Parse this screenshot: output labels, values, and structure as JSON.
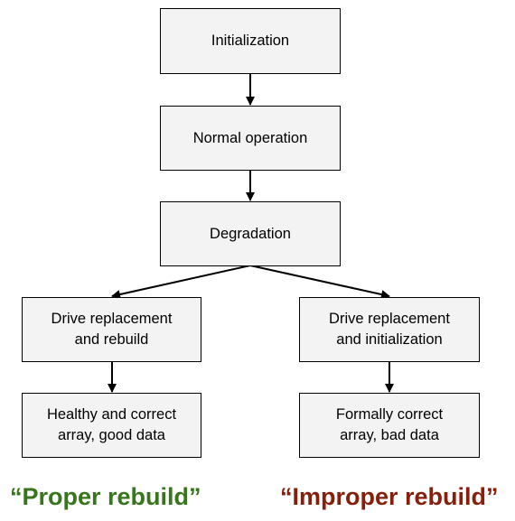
{
  "colors": {
    "box_fill": "#f3f3f3",
    "box_border": "#000000",
    "arrow": "#000000",
    "proper_caption": "#38761d",
    "improper_caption": "#85200c"
  },
  "nodes": {
    "initialization": "Initialization",
    "normal_operation": "Normal operation",
    "degradation": "Degradation",
    "drive_replacement_rebuild": "Drive replacement\nand rebuild",
    "drive_replacement_init": "Drive replacement\nand initialization",
    "healthy_array": "Healthy and correct\narray, good data",
    "formally_correct_array": "Formally correct\narray, bad data"
  },
  "captions": {
    "proper": "“Proper rebuild”",
    "improper": "“Improper rebuild”"
  }
}
